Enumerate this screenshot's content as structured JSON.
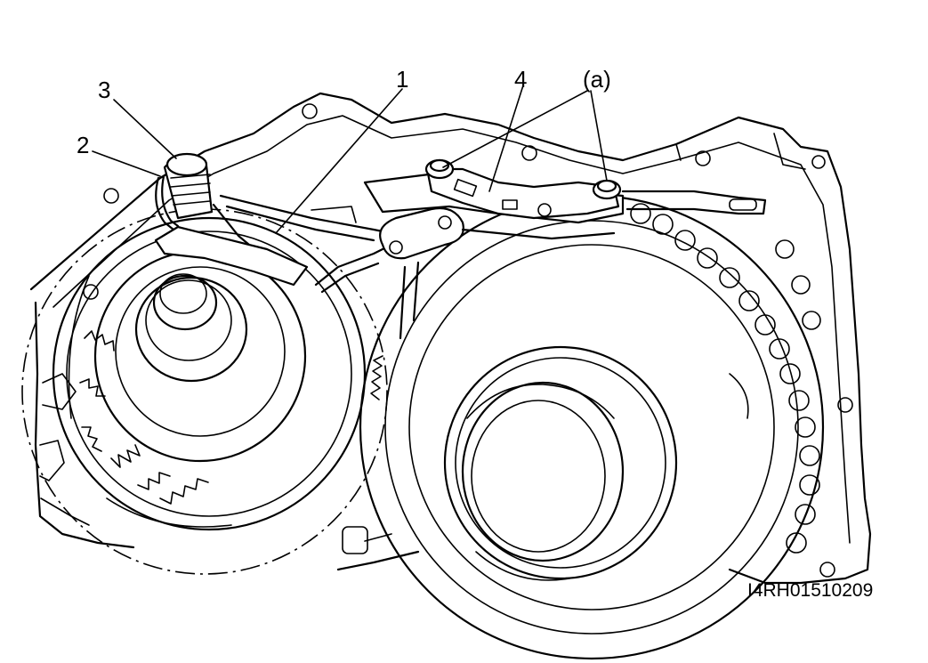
{
  "callouts": {
    "c1": "1",
    "c2": "2",
    "c3": "3",
    "c4": "4",
    "ca": "(a)"
  },
  "figure_code": "I4RH01510209"
}
